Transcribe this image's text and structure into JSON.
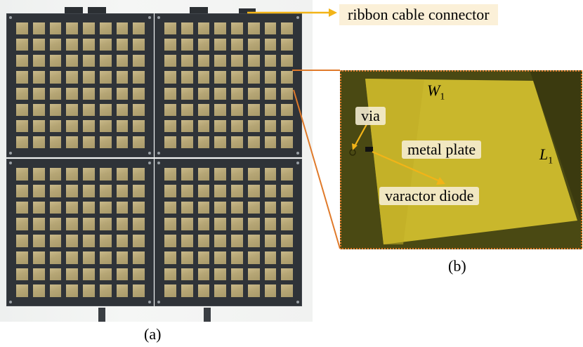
{
  "labels": {
    "ribbon": "ribbon cable connector",
    "via": "via",
    "metal_plate": "metal plate",
    "varactor": "varactor diode",
    "w_symbol": "W",
    "w_sub": "1",
    "l_symbol": "L",
    "l_sub": "1"
  },
  "captions": {
    "a": "(a)",
    "b": "(b)"
  },
  "colors": {
    "arrow": "#f2b418",
    "zoom_border": "#e07a2a",
    "pcb": "#2f3338",
    "patch": "#b6a675",
    "plate": "#cdbb2e"
  },
  "array": {
    "panels": 4,
    "rows_per_panel": 8,
    "cols_per_panel": 8
  }
}
